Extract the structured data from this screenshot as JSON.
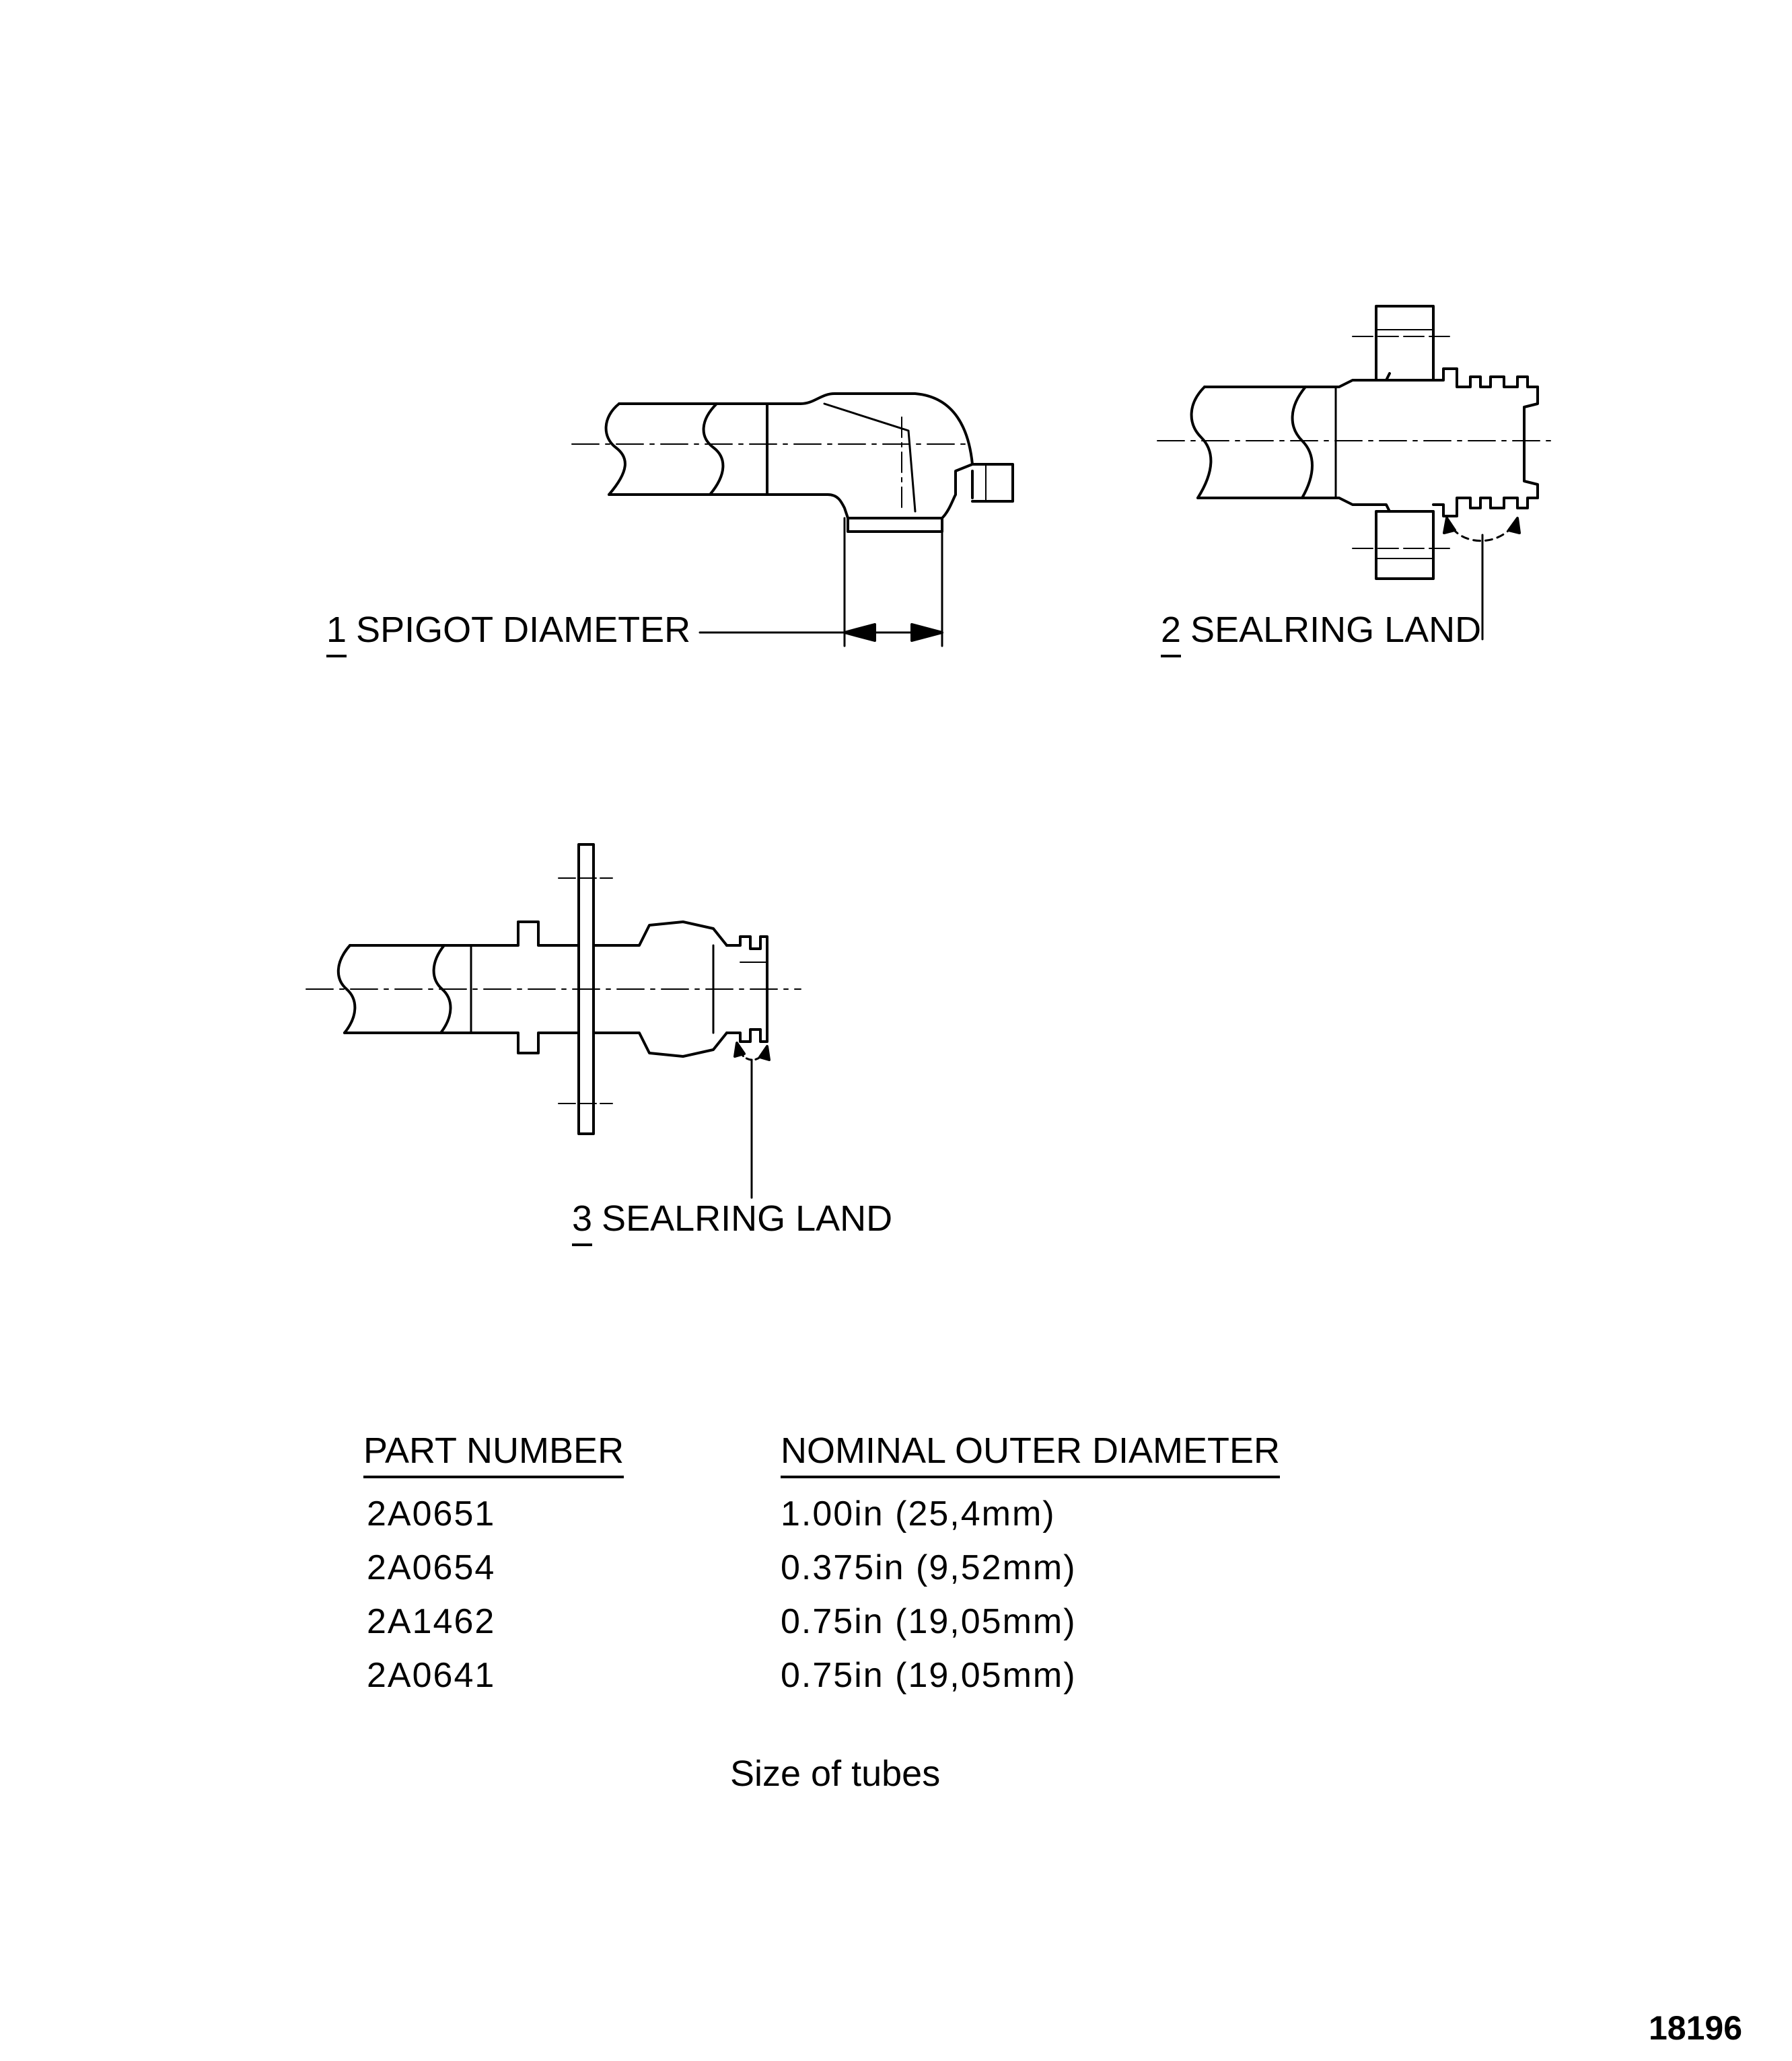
{
  "figure_labels": [
    {
      "number": "1",
      "text": "SPIGOT DIAMETER"
    },
    {
      "number": "2",
      "text": "SEALRING LAND"
    },
    {
      "number": "3",
      "text": "SEALRING LAND"
    }
  ],
  "table": {
    "headers": [
      "PART NUMBER",
      "NOMINAL OUTER DIAMETER"
    ],
    "rows": [
      [
        "2A0651",
        "1.00in (25,4mm)"
      ],
      [
        "2A0654",
        "0.375in (9,52mm)"
      ],
      [
        "2A1462",
        "0.75in (19,05mm)"
      ],
      [
        "2A0641",
        "0.75in (19,05mm)"
      ]
    ]
  },
  "caption": "Size of tubes",
  "figure_id": "18196"
}
